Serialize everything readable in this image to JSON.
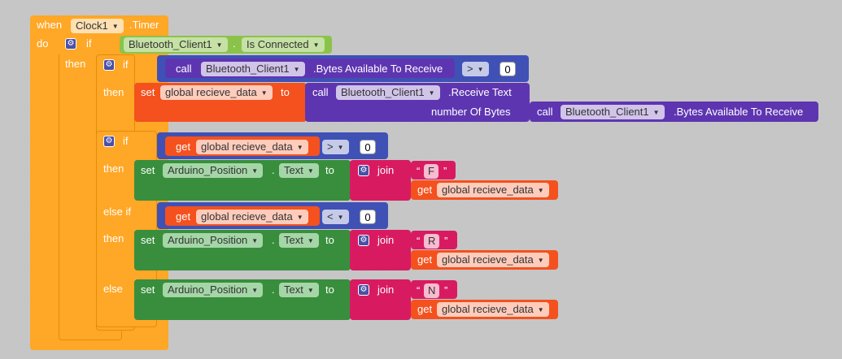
{
  "event": {
    "when": "when",
    "component": "Clock1",
    "event_name": ".Timer",
    "do": "do"
  },
  "outer_if": {
    "if": "if",
    "then": "then",
    "component": "Bluetooth_Client1",
    "dot": ".",
    "property": "Is Connected"
  },
  "inner_if": {
    "if": "if",
    "then": "then",
    "call": "call",
    "component": "Bluetooth_Client1",
    "method": ".Bytes Available To Receive",
    "operator": ">",
    "value": "0"
  },
  "set_receive": {
    "set": "set",
    "variable": "global recieve_data",
    "to": "to",
    "call": "call",
    "component": "Bluetooth_Client1",
    "method": ".Receive Text",
    "param": "number Of Bytes",
    "call2": "call",
    "component2": "Bluetooth_Client1",
    "method2": ".Bytes Available To Receive"
  },
  "compare_if": {
    "if": "if",
    "then": "then",
    "else_if": "else if",
    "else": "else",
    "get": "get",
    "variable": "global recieve_data",
    "op_greater": ">",
    "op_less": "<",
    "value": "0"
  },
  "set_position": {
    "set": "set",
    "component": "Arduino_Position",
    "dot": ".",
    "property": "Text",
    "to": "to",
    "join": "join",
    "get": "get",
    "variable": "global recieve_data",
    "letters": [
      "F",
      "R",
      "N"
    ],
    "open_quote": "“",
    "close_quote": "”"
  },
  "colors": {
    "control": "#ffa726",
    "control_dark": "#e08e0b",
    "logic": "#8bc34a",
    "math": "#3f51b5",
    "component": "#5e35b1",
    "variable": "#f4511e",
    "text": "#d81b60",
    "set_component": "#388e3c",
    "gear": "#4b4fa6"
  }
}
